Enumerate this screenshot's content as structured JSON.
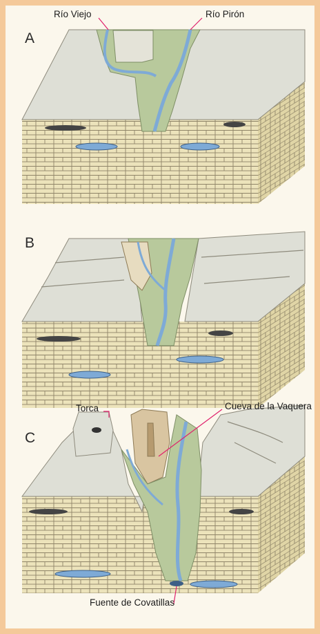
{
  "panels": [
    {
      "letter": "A",
      "labels": {
        "left": "Río Viejo",
        "right": "Río Pirón"
      }
    },
    {
      "letter": "B",
      "labels": {}
    },
    {
      "letter": "C",
      "labels": {
        "sinkhole": "Torca",
        "cave": "Cueva de la Vaquera",
        "spring": "Fuente de Covatillas"
      }
    }
  ],
  "colors": {
    "frame": "#f4c99a",
    "paper": "#fbf7ec",
    "limestone": "#ece3bb",
    "mortar": "#8f8468",
    "plateau": "#dedfd6",
    "valley_green": "#b8c99c",
    "river": "#7eaad6",
    "cliff_tan": "#c9a97c",
    "callout_line": "#e0206c"
  }
}
